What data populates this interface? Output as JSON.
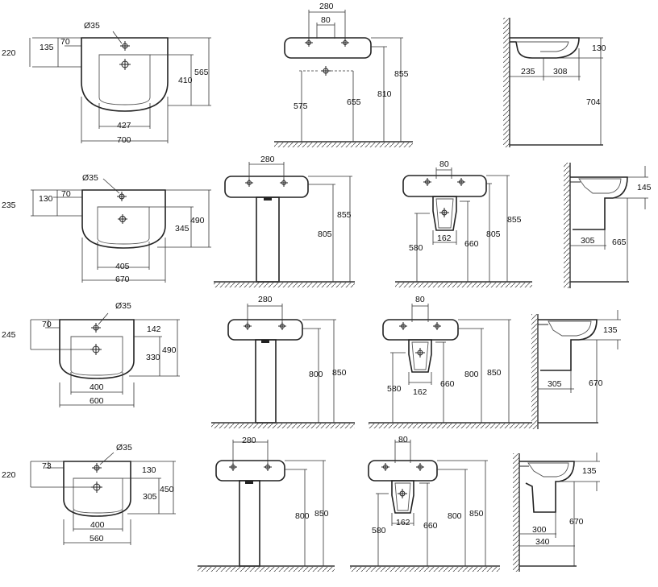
{
  "rows": [
    {
      "plan": {
        "hole": "Ø35",
        "dims": [
          "220",
          "135",
          "70",
          "410",
          "565",
          "427",
          "700"
        ]
      },
      "pedestal": {
        "dims": [
          "280",
          "80",
          "575",
          "655",
          "810",
          "855"
        ]
      },
      "wallside": {
        "dims": [
          "130",
          "235",
          "308",
          "704"
        ]
      }
    },
    {
      "plan": {
        "hole": "Ø35",
        "dims": [
          "235",
          "130",
          "70",
          "345",
          "490",
          "405",
          "670"
        ]
      },
      "pedestal": {
        "dims": [
          "280",
          "805",
          "855"
        ]
      },
      "semi": {
        "dims": [
          "80",
          "162",
          "580",
          "660",
          "805",
          "855"
        ]
      },
      "wallside": {
        "dims": [
          "145",
          "305",
          "665"
        ]
      }
    },
    {
      "plan": {
        "hole": "Ø35",
        "dims": [
          "245",
          "70",
          "142",
          "330",
          "490",
          "400",
          "600"
        ]
      },
      "pedestal": {
        "dims": [
          "280",
          "800",
          "850"
        ]
      },
      "semi": {
        "dims": [
          "80",
          "580",
          "162",
          "660",
          "800",
          "850"
        ]
      },
      "wallside": {
        "dims": [
          "135",
          "305",
          "670"
        ]
      }
    },
    {
      "plan": {
        "hole": "Ø35",
        "dims": [
          "220",
          "73",
          "130",
          "305",
          "450",
          "400",
          "560"
        ]
      },
      "pedestal": {
        "dims": [
          "280",
          "800",
          "850"
        ]
      },
      "semi": {
        "dims": [
          "80",
          "580",
          "162",
          "660",
          "800",
          "850"
        ]
      },
      "wallside": {
        "dims": [
          "135",
          "300",
          "340",
          "670"
        ]
      }
    }
  ]
}
